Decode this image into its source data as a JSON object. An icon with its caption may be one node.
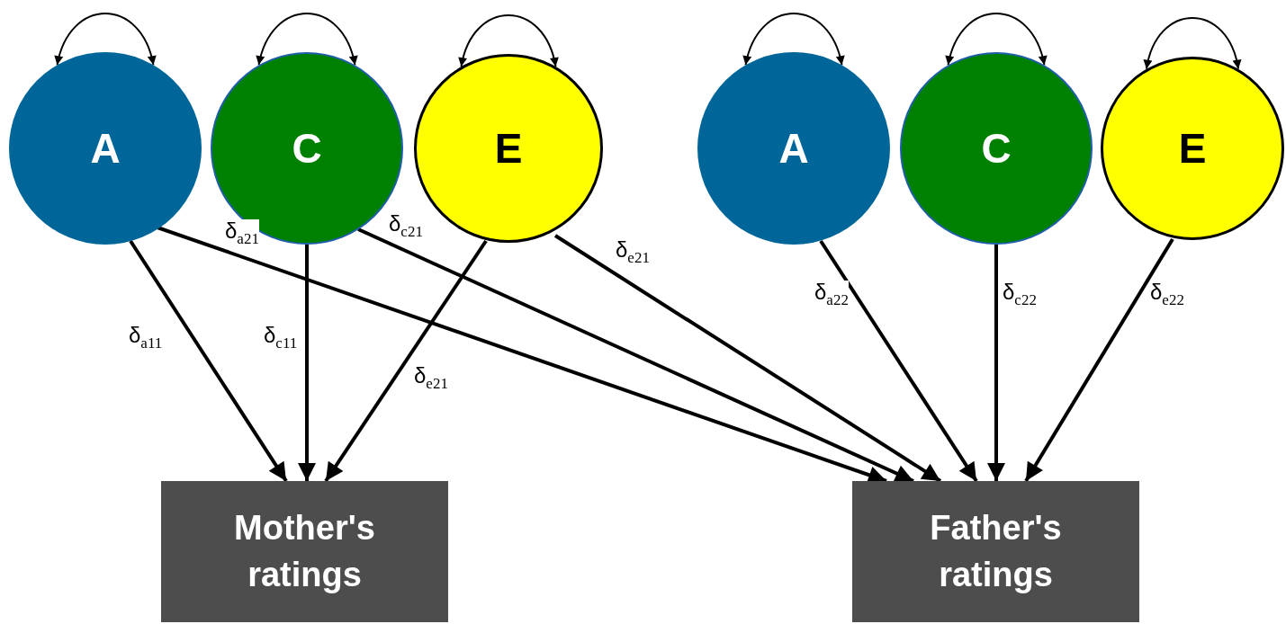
{
  "diagram": {
    "nodes": [
      {
        "text": [
          "A"
        ]
      },
      {
        "text": [
          "C"
        ]
      },
      {
        "text": [
          "E"
        ]
      },
      {
        "text": [
          "A"
        ]
      },
      {
        "text": [
          "C"
        ]
      },
      {
        "text": [
          "E"
        ]
      },
      {
        "text": [
          "Mother's ratings"
        ]
      },
      {
        "text": [
          "Father's ratings"
        ]
      }
    ],
    "edges": [
      {
        "from": 0,
        "to": 0,
        "arrow": "both"
      },
      {
        "from": 1,
        "to": 1,
        "arrow": "both"
      },
      {
        "from": 2,
        "to": 2,
        "arrow": "both"
      },
      {
        "from": 3,
        "to": 3,
        "arrow": "both"
      },
      {
        "from": 4,
        "to": 4,
        "arrow": "both"
      },
      {
        "from": 5,
        "to": 5,
        "arrow": "both"
      },
      {
        "from": 0,
        "to": 6,
        "arrow": "to",
        "label": "δ$_{a11}$"
      },
      {
        "from": 0,
        "to": 7,
        "arrow": "to",
        "label": "δ$_{a21}$"
      },
      {
        "from": 1,
        "to": 6,
        "arrow": "to",
        "label": "δ$_{c11}$"
      },
      {
        "from": 1,
        "to": 7,
        "arrow": "to",
        "label": "δ$_{c21}$"
      },
      {
        "from": 2,
        "to": 6,
        "arrow": "to",
        "label": "δ$_{e21}$"
      },
      {
        "from": 2,
        "to": 7,
        "arrow": "to",
        "label": "δ$_{e21}$"
      },
      {
        "from": 3,
        "to": 7,
        "arrow": "to",
        "label": "δ$_{a22}$"
      },
      {
        "from": 4,
        "to": 7,
        "arrow": "to",
        "label": "δ$_{c22}$"
      },
      {
        "from": 5,
        "to": 7,
        "arrow": "to",
        "label": "δ$_{e22}$"
      }
    ]
  }
}
